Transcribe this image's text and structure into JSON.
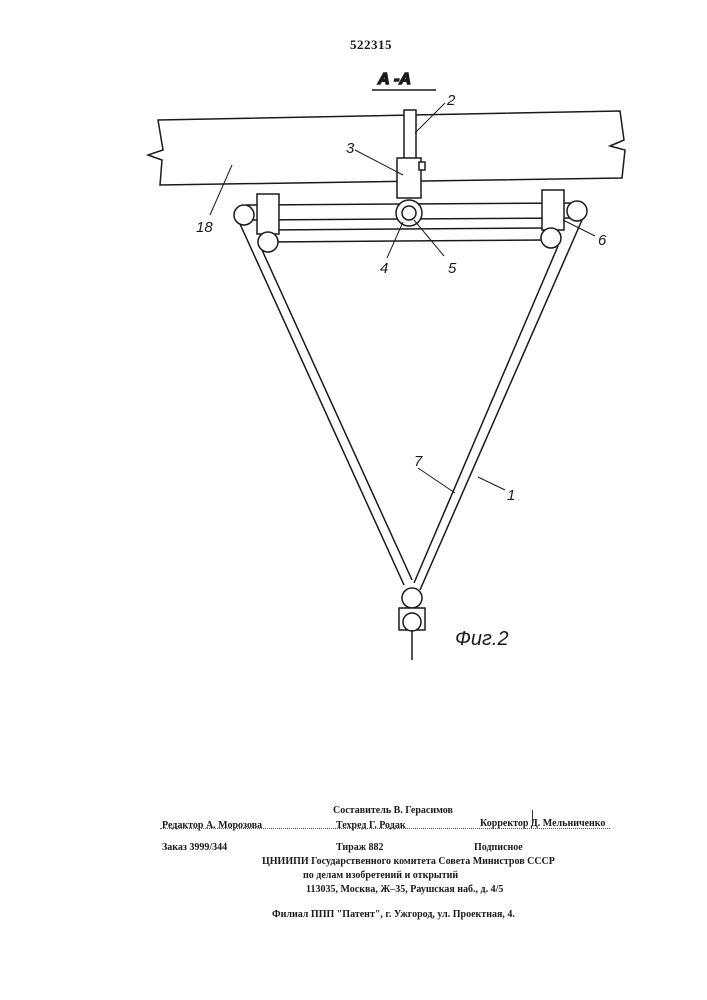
{
  "patent_number": "522315",
  "figure": {
    "section_label": "А -А",
    "caption": "Фиг.2",
    "labels": {
      "l1": "1",
      "l2": "2",
      "l3": "3",
      "l4": "4",
      "l5": "5",
      "l6": "6",
      "l7": "7",
      "l18": "18"
    }
  },
  "imprint": {
    "editor": "Редактор А. Морозова",
    "compiler": "Составитель В. Герасимов",
    "techred": "Техред Г. Родак",
    "corrector": "Корректор Д. Мельниченко",
    "order": "Заказ 3999/344",
    "circulation": "Тираж 882",
    "subscription": "Подписное",
    "org_line1": "ЦНИИПИ Государственного комитета Совета Министров СССР",
    "org_line2": "по делам изобретений и открытий",
    "address": "113035, Москва, Ж–35, Раушская наб., д. 4/5",
    "branch": "Филиал ППП \"Патент\", г. Ужгород, ул. Проектная, 4."
  },
  "colors": {
    "ink": "#1a1a1a",
    "paper": "#ffffff"
  }
}
